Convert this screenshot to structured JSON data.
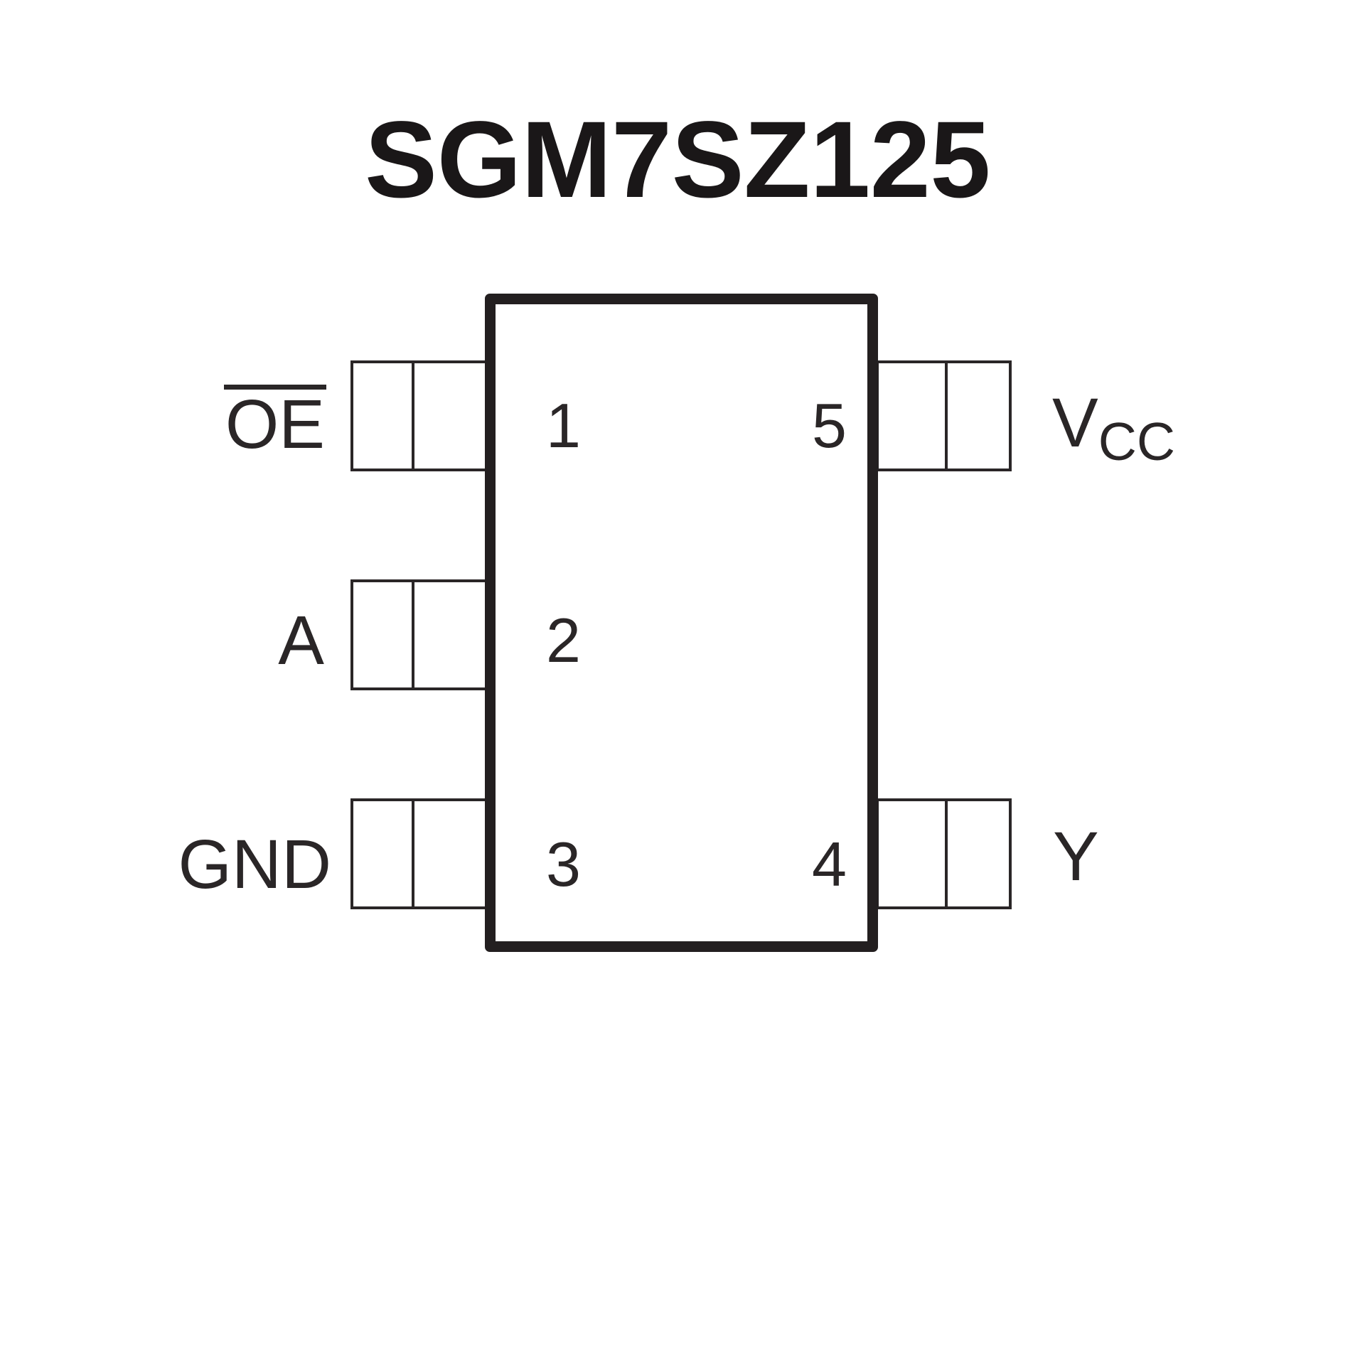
{
  "page": {
    "background_color": "#ffffff",
    "ink_color": "#231f20"
  },
  "title": "SGM7SZ125",
  "package": {
    "description": "5-pin IC package top view",
    "left_pins": [
      {
        "number": "1",
        "label": "OE",
        "overline": true
      },
      {
        "number": "2",
        "label": "A",
        "overline": false
      },
      {
        "number": "3",
        "label": "GND",
        "overline": false
      }
    ],
    "right_pins": [
      {
        "number": "5",
        "label": "VCC",
        "label_main": "V",
        "label_subscript": "CC",
        "overline": false
      },
      {
        "number": "4",
        "label": "Y",
        "overline": false
      }
    ]
  }
}
